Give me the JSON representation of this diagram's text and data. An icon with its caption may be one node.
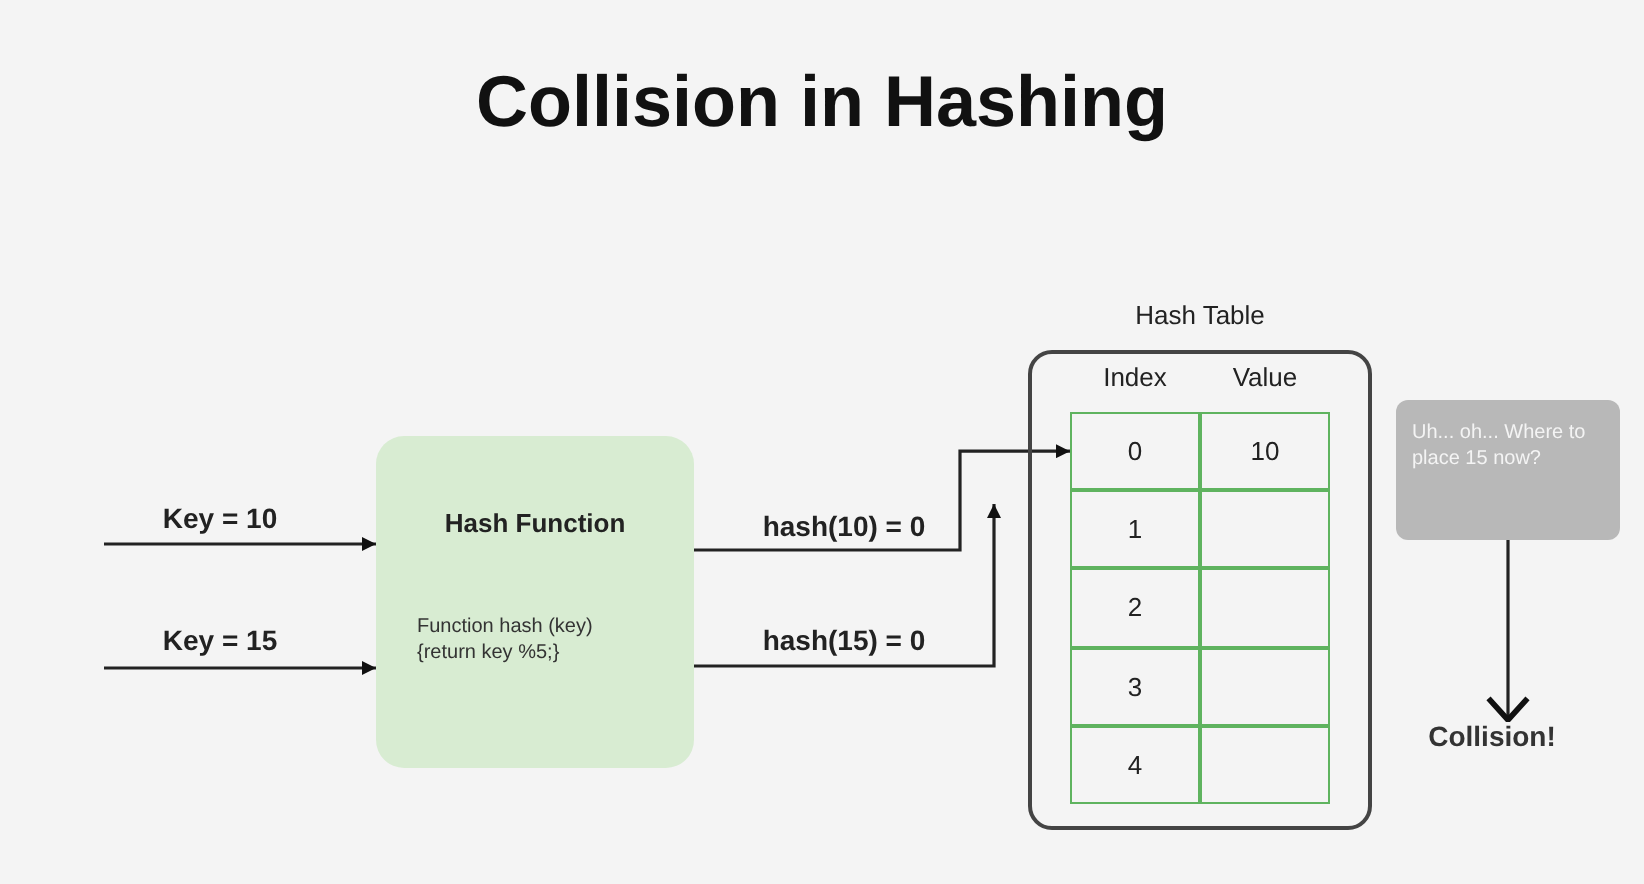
{
  "diagram": {
    "title": "Collision in Hashing",
    "nodes": [
      {
        "text": [
          "Hash Function",
          "Function hash (key) {return key %5;}"
        ]
      },
      {
        "text": [
          "Hash Table",
          "Index",
          "Value"
        ]
      },
      {
        "text": [
          "0"
        ],
        "in": 1
      },
      {
        "text": [
          "10"
        ],
        "in": 1
      },
      {
        "text": [
          "1"
        ],
        "in": 1
      },
      {
        "text": [],
        "shape": "box",
        "in": 1
      },
      {
        "text": [
          "2"
        ],
        "in": 1
      },
      {
        "text": [],
        "shape": "box",
        "in": 1
      },
      {
        "text": [
          "3"
        ],
        "in": 1
      },
      {
        "text": [],
        "shape": "box",
        "in": 1
      },
      {
        "text": [
          "4"
        ],
        "in": 1
      },
      {
        "text": [],
        "shape": "box",
        "in": 1
      },
      {
        "text": [
          "Uh... oh... Where to place 15 now?"
        ]
      },
      {
        "text": [
          "Collision!"
        ]
      }
    ],
    "edges": [
      {
        "from": null,
        "to": 0,
        "arrow": "to",
        "label": "Key = 10"
      },
      {
        "from": null,
        "to": 0,
        "arrow": "to",
        "label": "Key = 15"
      },
      {
        "from": 0,
        "to": 2,
        "arrow": "to",
        "label": "hash(10) = 0"
      },
      {
        "from": 0,
        "to": 1,
        "arrow": "to",
        "label": "hash(15) = 0"
      },
      {
        "from": 12,
        "to": 13,
        "arrow": "to"
      }
    ]
  }
}
